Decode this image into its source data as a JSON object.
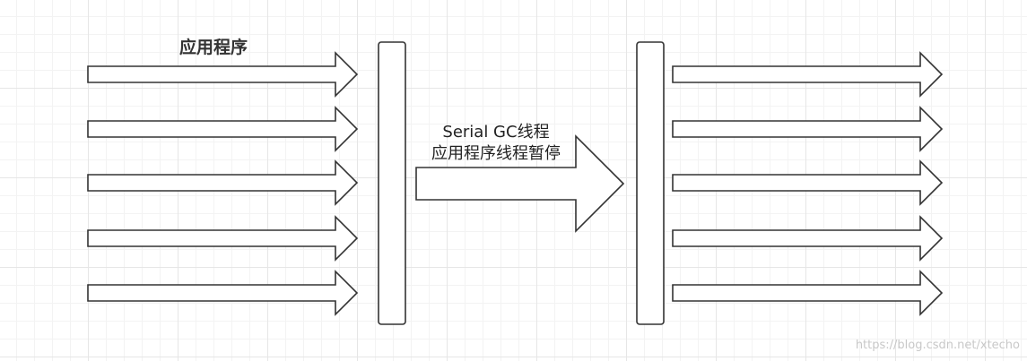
{
  "diagram": {
    "app_label": "应用程序",
    "gc_thread_label": "Serial GC线程",
    "pause_label": "应用程序线程暂停",
    "watermark": "https://blog.csdn.net/xtecho"
  },
  "colors": {
    "stroke": "#333333",
    "fill": "#ffffff",
    "grid": "#e6e6e6"
  },
  "counts": {
    "left_threads": 5,
    "right_threads": 5
  }
}
